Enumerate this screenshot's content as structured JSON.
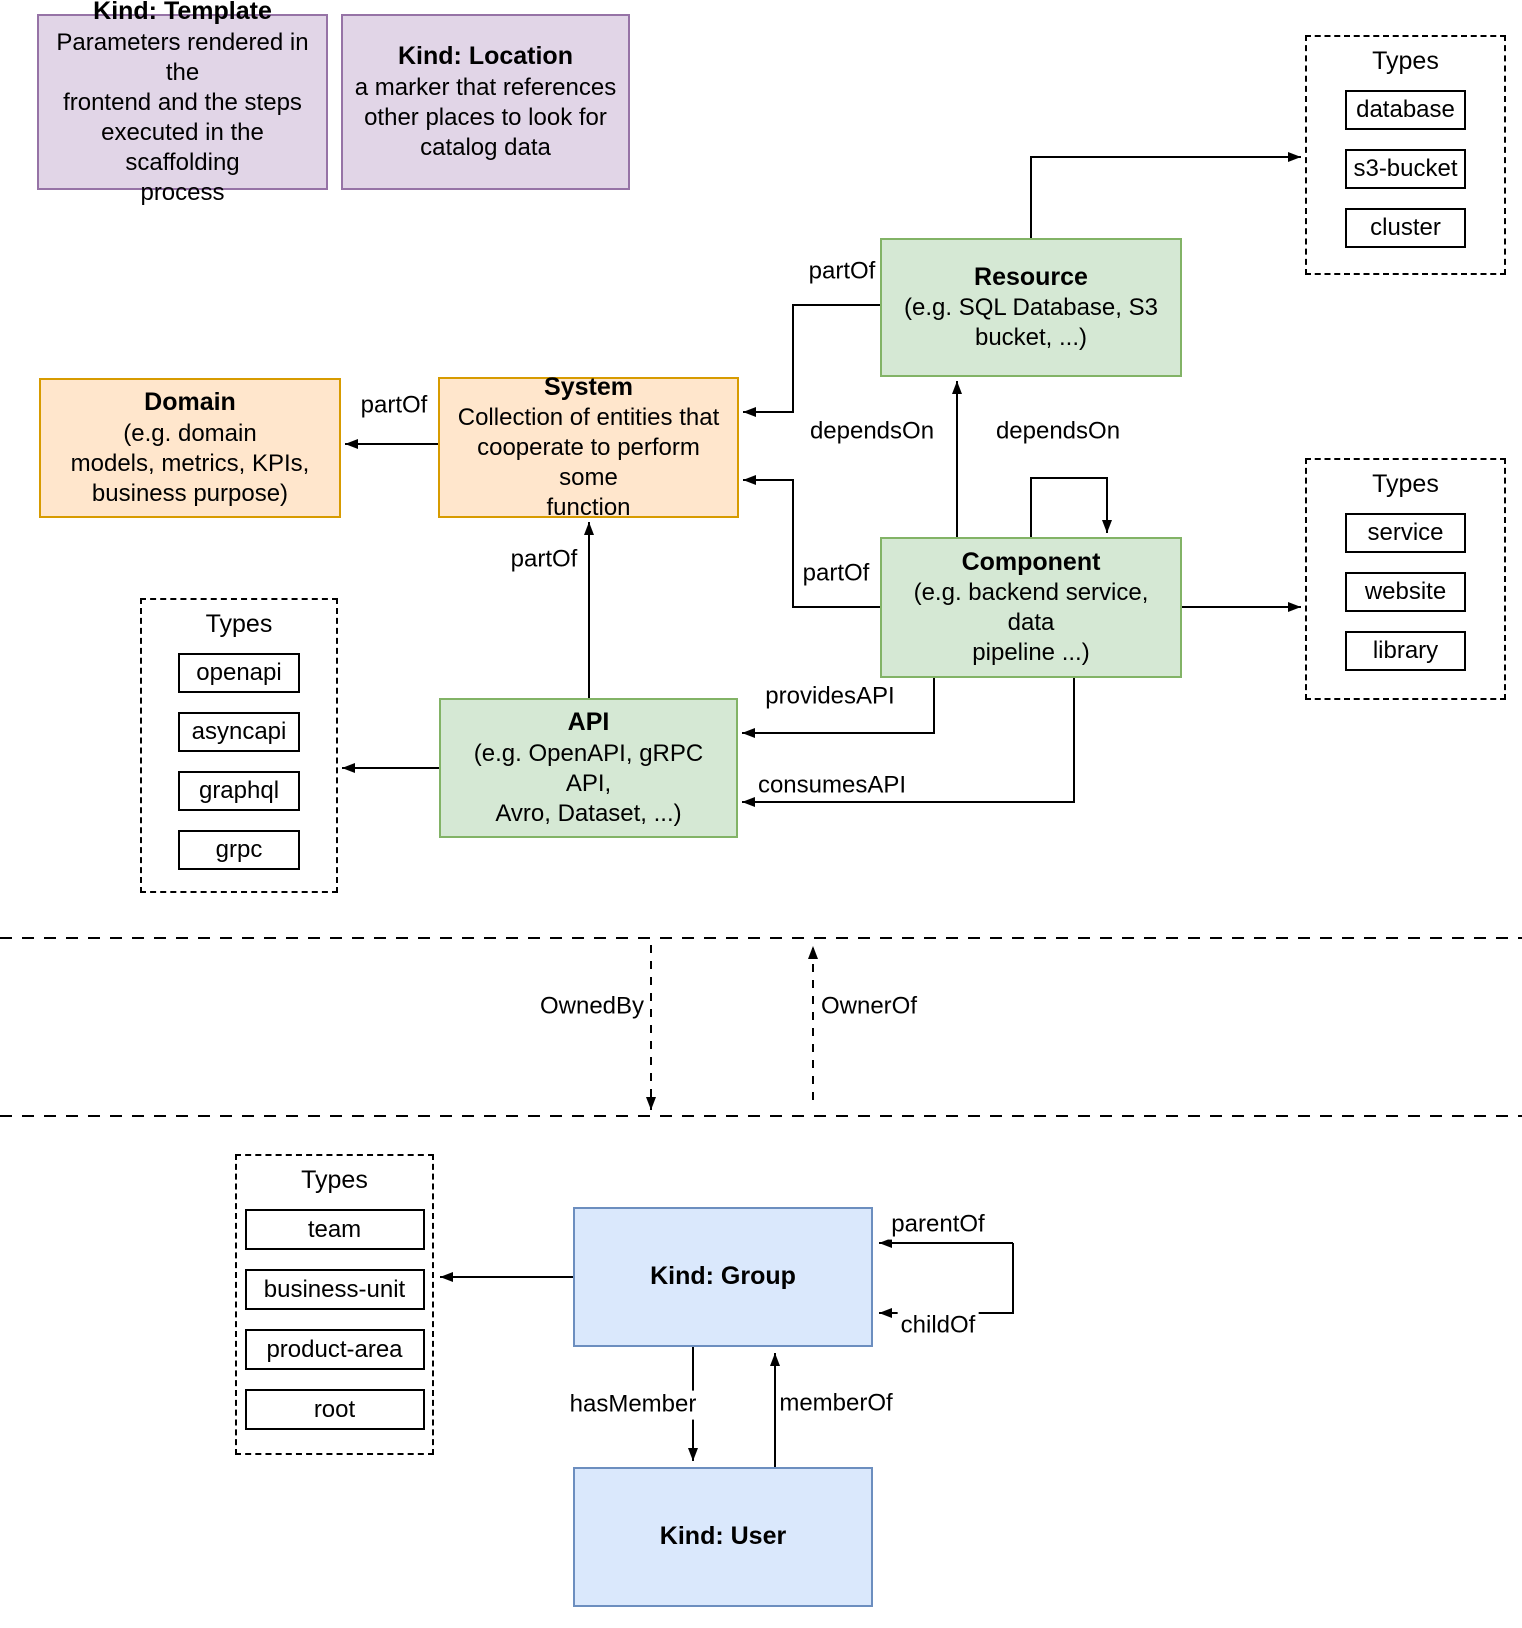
{
  "entities": {
    "template": {
      "title": "Kind: Template",
      "description": "Parameters rendered in the\nfrontend and the steps\nexecuted in  the scaffolding\nprocess"
    },
    "location": {
      "title": "Kind: Location",
      "description": "a marker that references\nother places to look for\ncatalog data"
    },
    "resource": {
      "title": "Resource",
      "description": "(e.g. SQL Database, S3\nbucket, ...)"
    },
    "domain": {
      "title": "Domain",
      "description": "(e.g.  domain\nmodels, metrics, KPIs,\nbusiness purpose)"
    },
    "system": {
      "title": "System",
      "description": "Collection of entities that\ncooperate to perform some\nfunction"
    },
    "component": {
      "title": "Component",
      "description": "(e.g. backend service, data\npipeline ...)"
    },
    "api": {
      "title": "API",
      "description": "(e.g. OpenAPI, gRPC API,\nAvro, Dataset, ...)"
    },
    "group": {
      "title": "Kind: Group"
    },
    "user": {
      "title": "Kind: User"
    }
  },
  "type_boxes": {
    "resource_types": {
      "title": "Types",
      "items": [
        "database",
        "s3-bucket",
        "cluster"
      ]
    },
    "component_types": {
      "title": "Types",
      "items": [
        "service",
        "website",
        "library"
      ]
    },
    "api_types": {
      "title": "Types",
      "items": [
        "openapi",
        "asyncapi",
        "graphql",
        "grpc"
      ]
    },
    "group_types": {
      "title": "Types",
      "items": [
        "team",
        "business-unit",
        "product-area",
        "root"
      ]
    }
  },
  "edges": {
    "resource_part_of": {
      "label": "partOf"
    },
    "system_part_of": {
      "label": "partOf"
    },
    "component_part_of": {
      "label": "partOf"
    },
    "api_part_of": {
      "label": "partOf"
    },
    "depends_on_resource": {
      "label": "dependsOn"
    },
    "depends_on_component": {
      "label": "dependsOn"
    },
    "provides_api": {
      "label": "providesAPI"
    },
    "consumes_api": {
      "label": "consumesAPI"
    },
    "owned_by": {
      "label": "OwnedBy"
    },
    "owner_of": {
      "label": "OwnerOf"
    },
    "parent_of": {
      "label": "parentOf"
    },
    "child_of": {
      "label": "childOf"
    },
    "has_member": {
      "label": "hasMember"
    },
    "member_of": {
      "label": "memberOf"
    }
  },
  "colors": {
    "purple_fill": "#E1D5E7",
    "purple_stroke": "#9673A6",
    "green_fill": "#D5E8D4",
    "green_stroke": "#82B366",
    "orange_fill": "#FFE6CC",
    "orange_stroke": "#D79B00",
    "blue_fill": "#DAE8FC",
    "blue_stroke": "#6C8EBF",
    "line": "#000000"
  }
}
